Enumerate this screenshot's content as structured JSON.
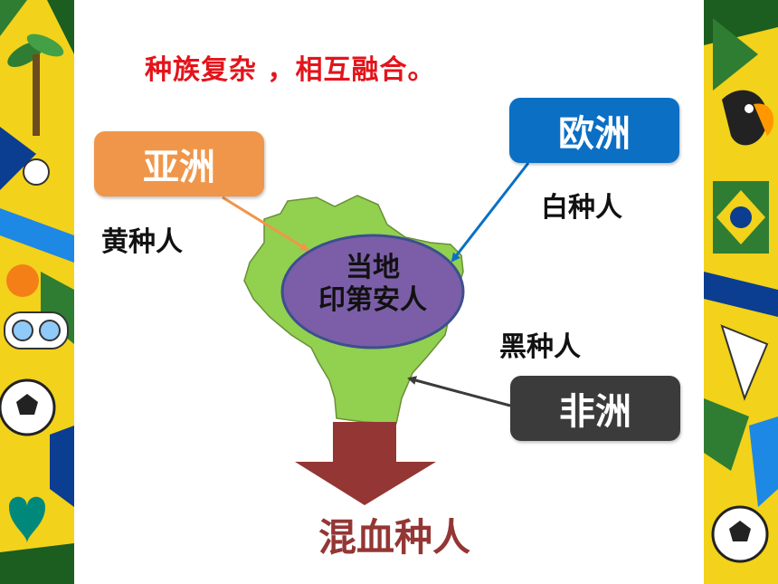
{
  "title": "种族复杂 ，相互融合。",
  "boxes": {
    "asia": {
      "label": "亚洲",
      "color": "#f0964a"
    },
    "europe": {
      "label": "欧洲",
      "color": "#0b6fc4"
    },
    "africa": {
      "label": "非洲",
      "color": "#3b3b3b"
    }
  },
  "labels": {
    "yellow": "黄种人",
    "white": "白种人",
    "black": "黑种人"
  },
  "native": {
    "line1": "当地",
    "line2": "印第安人",
    "fill": "#7b5ea7"
  },
  "result": "混血种人",
  "colors": {
    "map_fill": "#92d050",
    "down_arrow": "#943634",
    "title": "#e3141b",
    "border_yellow": "#f2d21a"
  }
}
